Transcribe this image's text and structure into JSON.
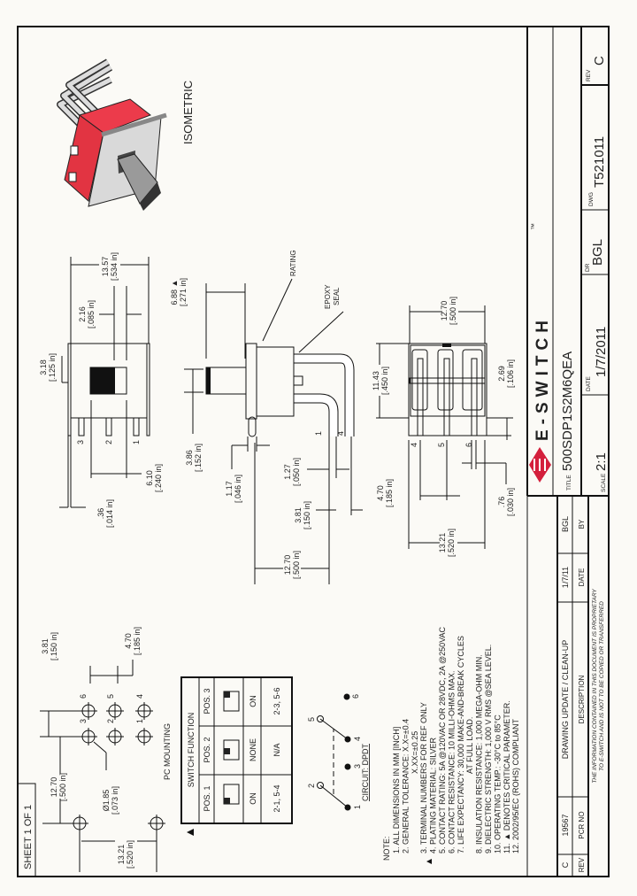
{
  "sheet": "SHEET 1 OF 1",
  "isometric_label": "ISOMETRIC",
  "brand": {
    "name": "E-SWITCH",
    "tm": "™",
    "color": "#d41f3c"
  },
  "title_block": {
    "title_label": "TITLE",
    "title": "500SDP1S2M6QEA",
    "scale_label": "SCALE",
    "scale": "2:1",
    "date_label": "DATE",
    "date": "1/7/2011",
    "dr_label": "DR",
    "dr": "BGL",
    "dwg_label": "DWG",
    "dwg": "T521011",
    "rev_label": "REV",
    "rev": "C"
  },
  "revision": {
    "headers": [
      "REV",
      "PCR NO",
      "DESCRIPTION",
      "DATE",
      "BY"
    ],
    "rows": [
      [
        "C",
        "19567",
        "DRAWING UPDATE / CLEAN-UP",
        "1/7/11",
        "BGL"
      ]
    ]
  },
  "proprietary": [
    "THE INFORMATION CONTAINED IN THIS DOCUMENT IS PROPRIETARY",
    "TO E-SWITCH AND IS NOT TO BE COPIED OR TRANSFERRED"
  ],
  "notes": {
    "heading": "NOTE:",
    "lines": [
      "1. ALL DIMENSIONS IN MM [INCH]",
      "2. GENERAL TOLERANCE: X.X=±0.4",
      "X.XX=±0.25",
      "3. TERMINAL NUMBERS FOR REF ONLY",
      "4. PLATING MATERIAL: SILVER",
      "5. CONTACT RATING:  5A @120VAC OR 28VDC, 2A @250VAC",
      "6. CONTACT RESISTANCE: 10 MILLI-OHMS MAX.",
      "7. LIFE EXPECTANCY: 30,000 MAKE-AND-BREAK CYCLES",
      "AT FULL LOAD.",
      "8. INSULATION RESISTANCE: 1,000 MEGA-OHM MIN.",
      "9. DIELECTRIC STRENGTH: 1,000 V RMS @SEA LEVEL.",
      "10. OPERATING TEMP.: -30°C to 85°C",
      "11. ▲ DENOTES CRITICAL PARAMETER.",
      "12. 2002/95/EC (ROHS) COMPLIANT"
    ]
  },
  "switch_function": {
    "title": "SWITCH FUNCTION",
    "positions": [
      "POS. 1",
      "POS. 2",
      "POS. 3"
    ],
    "state": [
      "ON",
      "NONE",
      "ON"
    ],
    "connections": [
      "2-1, 5-4",
      "N/A",
      "2-3, 5-6"
    ]
  },
  "circuit": {
    "label": "CIRCUIT: DPDT",
    "terminals": [
      "1",
      "2",
      "3",
      "4",
      "5",
      "6"
    ]
  },
  "pc_mounting": {
    "label": "PC MOUNTING",
    "hole_labels": [
      "3",
      "2",
      "1",
      "6",
      "5",
      "4"
    ],
    "dims": {
      "d1": [
        "12.70",
        "[.500 in]"
      ],
      "d2": [
        "13.21",
        "[.520 in]"
      ],
      "d3": [
        "Ø1.85",
        "[.073 in]"
      ],
      "d4": [
        "3.81",
        "[.150 in]"
      ],
      "d5": [
        "4.70",
        "[.185 in]"
      ]
    }
  },
  "front_view": {
    "pin_labels": [
      "3",
      "2",
      "1"
    ],
    "dims": {
      "width": [
        "13.57",
        "[.534 in]"
      ],
      "act": [
        "2.16",
        "[.085 in]"
      ],
      "edge": [
        "3.18",
        "[.125 in]"
      ],
      "tab": [
        ".36",
        "[.014 in]"
      ],
      "pitch": [
        "6.10",
        "[.240 in]"
      ]
    }
  },
  "side_view": {
    "pin_labels": [
      "1",
      "4"
    ],
    "rating": "RATING",
    "epoxy": [
      "EPOXY",
      "SEAL"
    ],
    "dims": {
      "act_len": [
        "6.88 ▲",
        "[.271 in]"
      ],
      "act_h": [
        "3.86",
        "[.152 in]"
      ],
      "plate": [
        "1.17",
        "[.046 in]"
      ],
      "pin": [
        "1.27",
        "[.050 in]"
      ],
      "pin_pitch": [
        "3.81",
        "[.150 in]"
      ],
      "overall": [
        "12.70",
        "[.500 in]"
      ]
    }
  },
  "bottom_view": {
    "pin_labels": [
      "4",
      "5",
      "6"
    ],
    "dims": {
      "height": [
        "11.43",
        "[.450 in]"
      ],
      "width": [
        "12.70",
        "[.500 in]"
      ],
      "pin_len": [
        "2.69",
        "[.106 in]"
      ],
      "pitch": [
        "4.70",
        "[.185 in]"
      ],
      "pin_w": [
        ".76",
        "[.030 in]"
      ],
      "overall": [
        "13.21",
        "[.520 in]"
      ]
    }
  }
}
